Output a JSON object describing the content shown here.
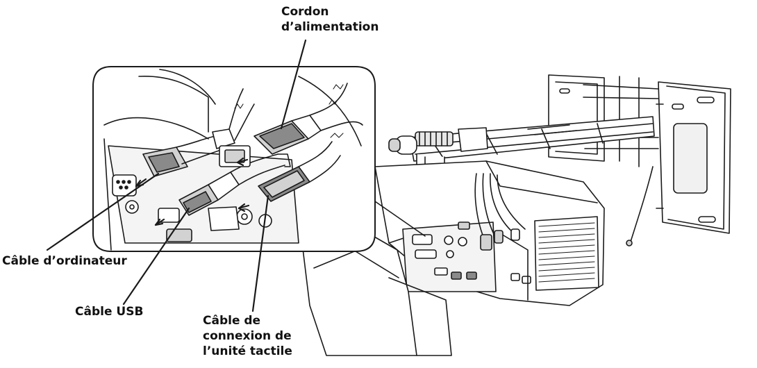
{
  "labels": {
    "power_cord": [
      "Cordon",
      "d’alimentation"
    ],
    "computer_cable": [
      "Câble d’ordinateur"
    ],
    "usb_cable": [
      "Câble USB"
    ],
    "touch_unit_cable": [
      "Câble de",
      "connexion de",
      "l’unité tactile"
    ]
  },
  "colors": {
    "line": "#1a1a1a",
    "fill": "#ffffff",
    "shade": "#d2d2d2",
    "dark_shade": "#8a8a8a"
  }
}
